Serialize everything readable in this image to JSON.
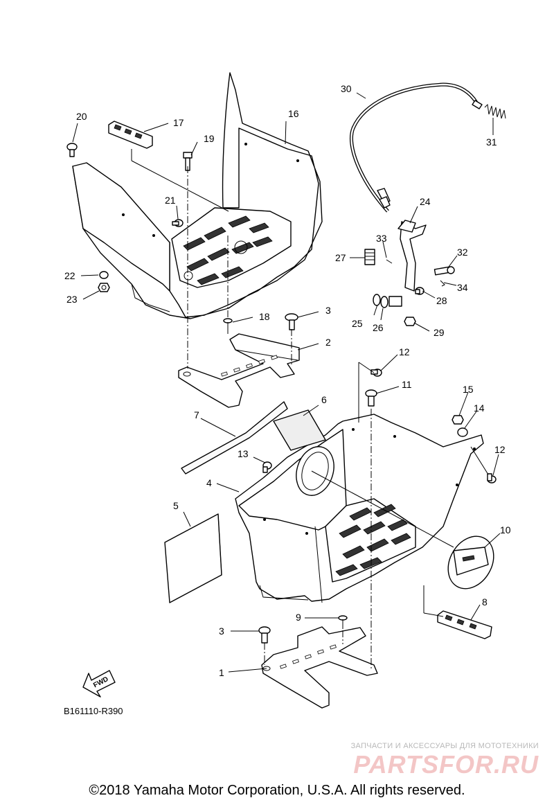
{
  "diagram": {
    "code": "B161110-R390",
    "fwd_label": "FWD",
    "copyright": "©2018 Yamaha Motor Corporation, U.S.A. All rights reserved.",
    "watermark_text": "ЗАПЧАСТИ И АКСЕССУАРЫ ДЛЯ МОТОТЕХНИКИ",
    "watermark_logo": "PARTSFOR.RU",
    "part_numbers": [
      "1",
      "2",
      "3",
      "3",
      "4",
      "5",
      "6",
      "7",
      "8",
      "9",
      "10",
      "11",
      "12",
      "12",
      "13",
      "14",
      "15",
      "16",
      "17",
      "18",
      "19",
      "20",
      "21",
      "22",
      "23",
      "24",
      "25",
      "26",
      "27",
      "28",
      "29",
      "30",
      "31",
      "32",
      "33",
      "34"
    ]
  }
}
